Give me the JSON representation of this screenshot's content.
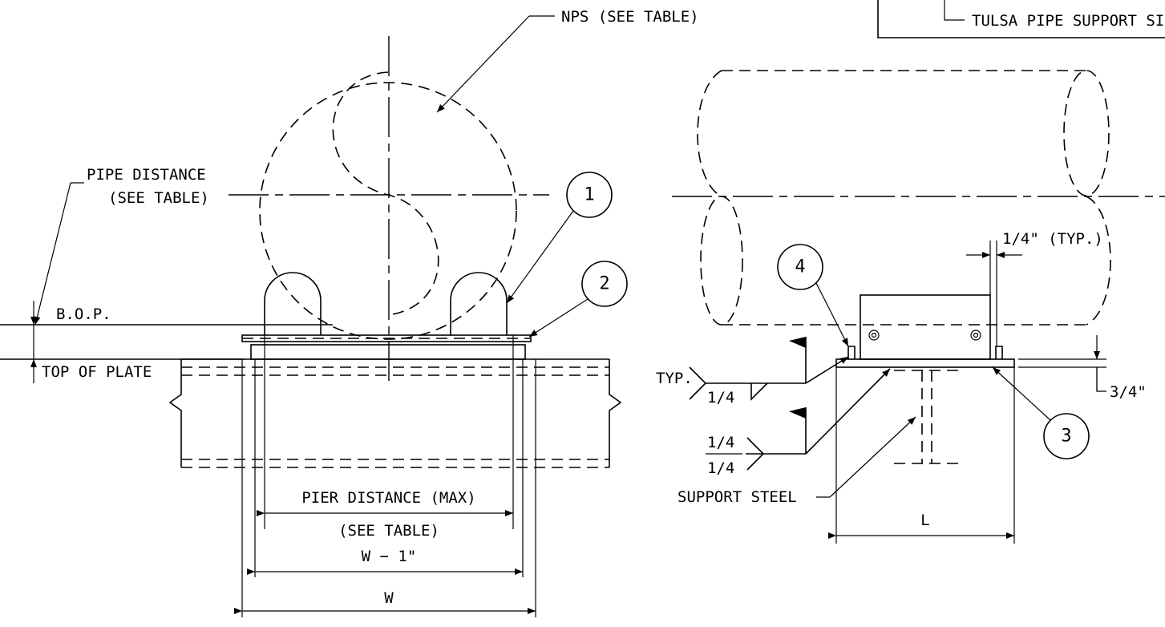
{
  "labels": {
    "nps": "NPS (SEE TABLE)",
    "tulsa": "TULSA PIPE SUPPORT SIZE",
    "pipe_distance_1": "PIPE DISTANCE",
    "pipe_distance_2": "(SEE TABLE)",
    "bop": "B.O.P.",
    "top_of_plate": "TOP OF PLATE",
    "pier_distance": "PIER DISTANCE (MAX)",
    "pier_see_table": "(SEE TABLE)",
    "w_minus_1": "W − 1\"",
    "w": "W",
    "quarter_typ": "1/4\" (TYP.)",
    "typ": "TYP.",
    "weld_a": "1/4",
    "weld_b_top": "1/4",
    "weld_b_bottom": "1/4",
    "support_steel": "SUPPORT STEEL",
    "l": "L",
    "three_quarter": "3/4\""
  },
  "callouts": {
    "c1": "1",
    "c2": "2",
    "c3": "3",
    "c4": "4"
  }
}
